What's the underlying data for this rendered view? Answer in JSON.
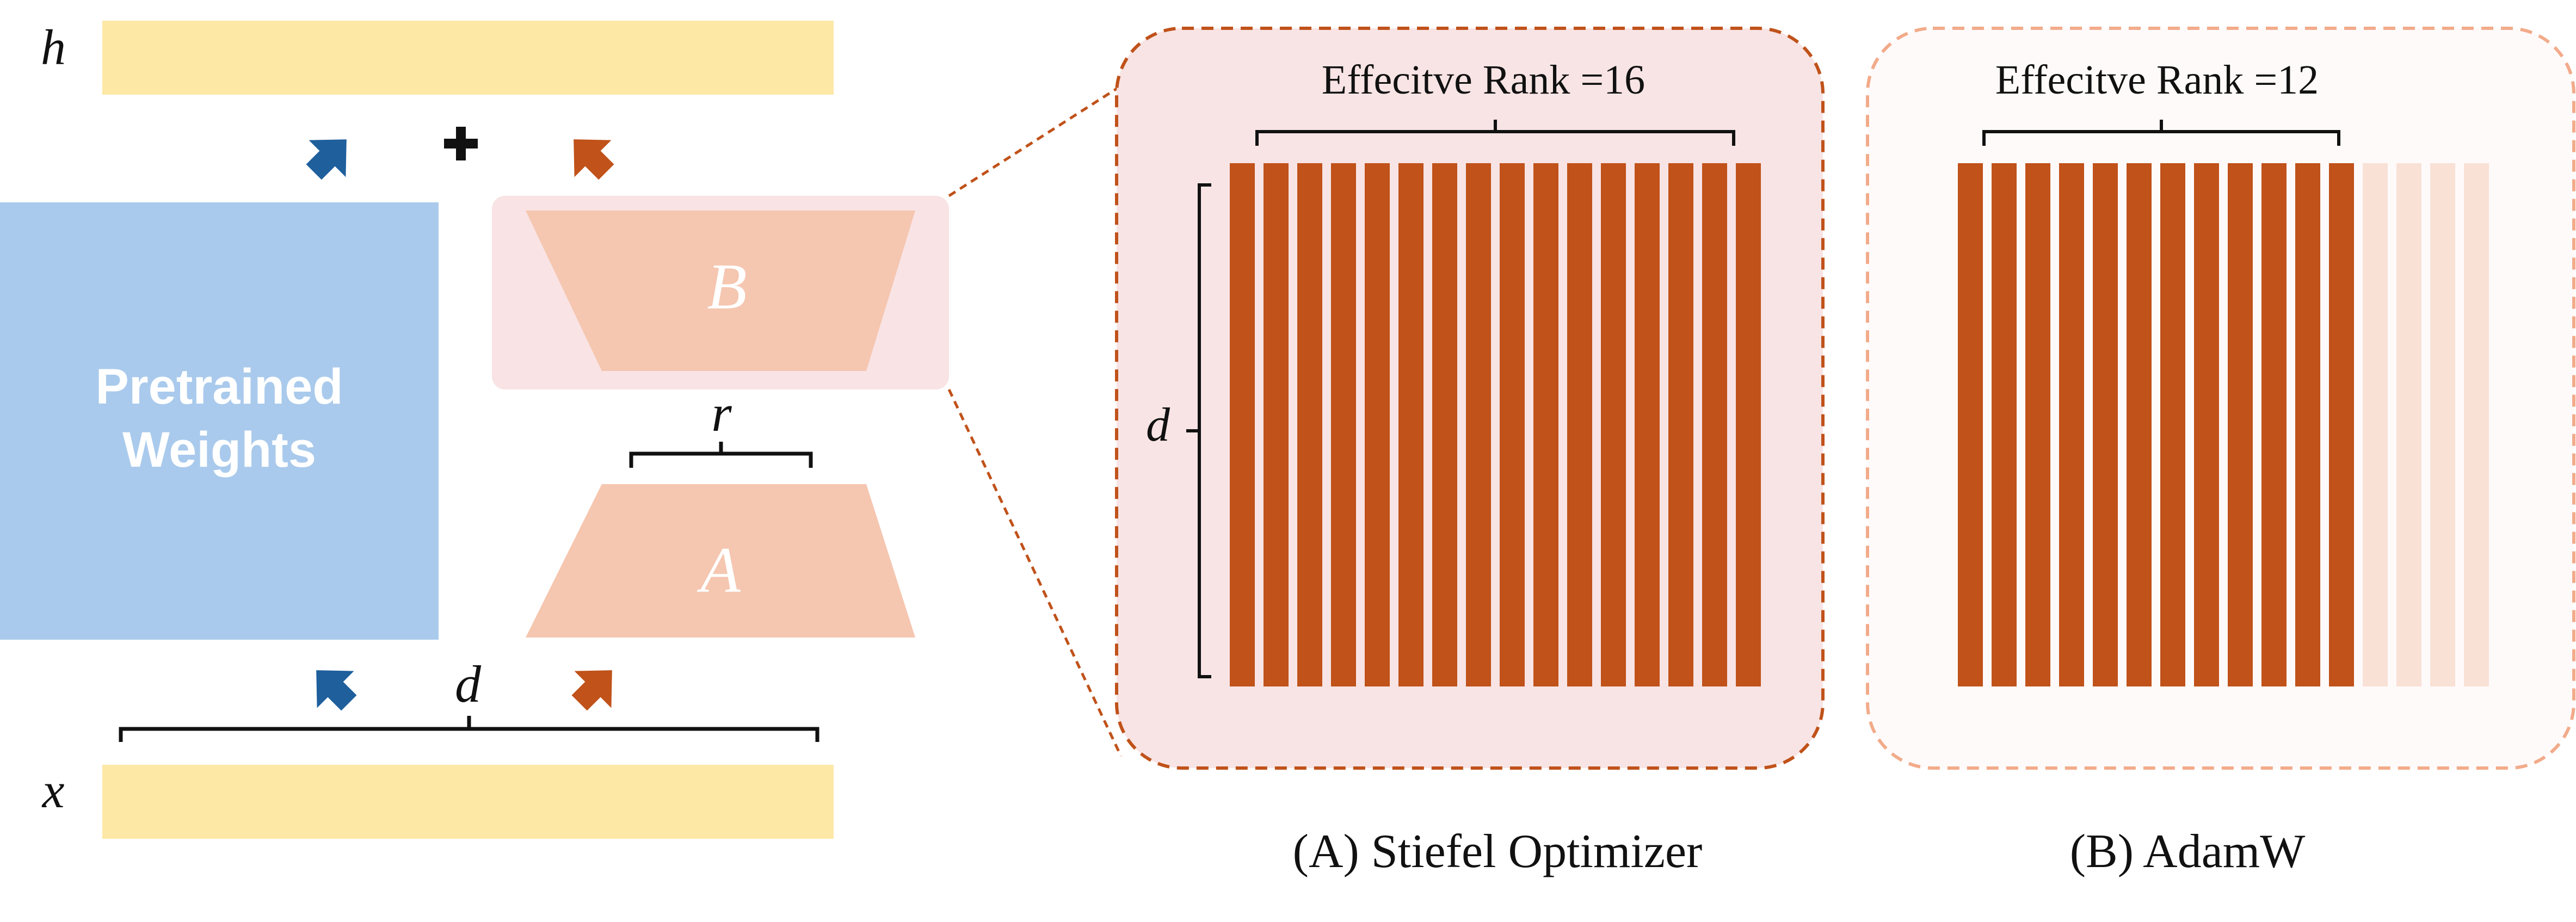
{
  "left": {
    "h_label": "h",
    "x_label": "x",
    "pretrained_line1": "Pretrained",
    "pretrained_line2": "Weights",
    "b_label": "B",
    "a_label": "A",
    "r_label": "r",
    "d_label": "d",
    "plus": "+"
  },
  "panel_a": {
    "rank_label": "Effecitve Rank =16",
    "d_label": "d",
    "caption": "(A) Stiefel Optimizer",
    "active_bars": 16,
    "total_bars": 16
  },
  "panel_b": {
    "rank_label": "Effecitve Rank =12",
    "caption": "(B) AdamW",
    "active_bars": 12,
    "total_bars": 16
  },
  "colors": {
    "yellow_bar": "#fde8a6",
    "pretrained": "#a9caec",
    "trapezoid": "#f5c6b0",
    "b_highlight": "#f9e3e4",
    "orange": "#c0521a",
    "orange_faded": "#f9e1d6",
    "blue_arrow": "#1f5f9c",
    "panel_a_bg": "#f8e4e4",
    "panel_a_border": "#c0521a",
    "panel_b_bg": "#fffafa",
    "panel_b_border": "#f2ab8a",
    "text": "#111111",
    "white": "#ffffff"
  }
}
